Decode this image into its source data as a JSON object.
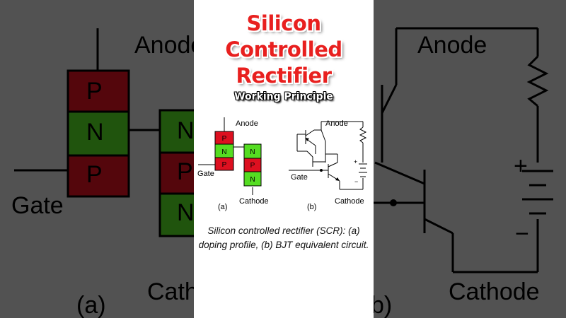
{
  "title": {
    "line1": "Silicon",
    "line2": "Controlled",
    "line3": "Rectifier"
  },
  "subtitle": "Working Principle",
  "caption": "Silicon controlled rectifier (SCR): (a) doping profile, (b) BJT equivalent circuit.",
  "diagram_a": {
    "anode_label": "Anode",
    "gate_label": "Gate",
    "cathode_label": "Cathode",
    "tag": "(a)",
    "left_stack": [
      "P",
      "N",
      "P"
    ],
    "right_stack": [
      "N",
      "P",
      "N"
    ]
  },
  "diagram_b": {
    "anode_label": "Anode",
    "gate_label": "Gate",
    "cathode_label": "Cathode",
    "tag": "(b)",
    "plus": "+",
    "minus": "−"
  },
  "colors": {
    "p_type": "#dd1020",
    "n_type": "#55dd22",
    "title_red": "#e8201f"
  }
}
